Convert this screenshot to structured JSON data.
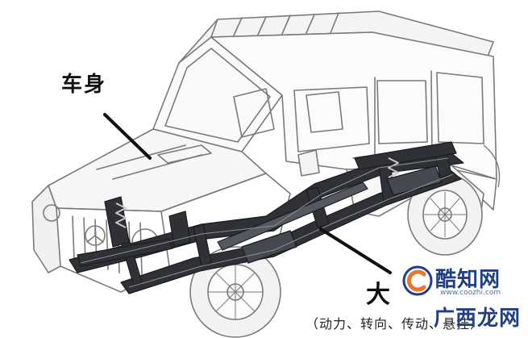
{
  "labels": {
    "body": "车身",
    "frame": "大",
    "subtitle": "（动力、转向、传动、悬挂）"
  },
  "watermark": {
    "top_text": "酷知网",
    "url": "www.coozhi.com",
    "bottom_text": "广西龙网",
    "logo_icon": "coozhi-logo-icon"
  },
  "colors": {
    "outline": "#7a7a7a",
    "frame": "#2f3136",
    "pointer": "#111111",
    "watermark": "#1f3f86"
  }
}
